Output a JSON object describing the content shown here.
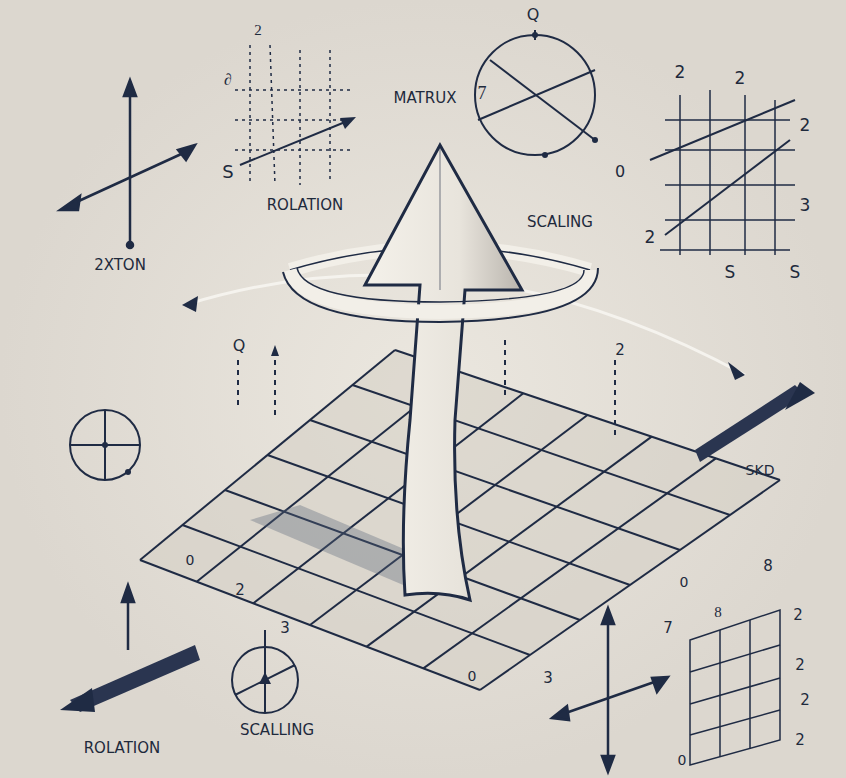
{
  "diagram": {
    "labels": [
      "2XTON",
      "2",
      "∂",
      "S",
      "ROLATION",
      "MATRUX",
      "7",
      "Q",
      "0",
      "SCALING",
      "2",
      "2",
      "2",
      "2",
      "3",
      "S",
      "S",
      "Q",
      "2",
      "SKD",
      "0",
      "2",
      "3",
      "0",
      "3",
      "0",
      "8",
      "ROLATION",
      "SCALLING",
      "7",
      "8",
      "2",
      "2",
      "2",
      "0",
      "2"
    ]
  }
}
